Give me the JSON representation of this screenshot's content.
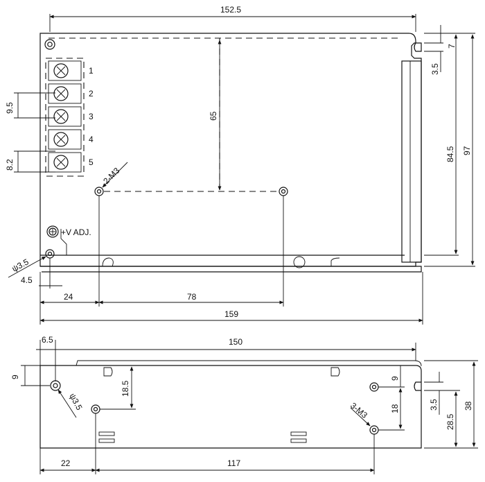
{
  "top_view": {
    "dims": {
      "overall_top": "152.5",
      "depth_65": "65",
      "slot_7": "7",
      "slot_3_5": "3.5",
      "height_84_5": "84.5",
      "height_97": "97",
      "pitch_9_5": "9.5",
      "pitch_8_2": "8.2",
      "mount_hole_note": "2-M3",
      "hole_dia": "ψ3.5",
      "offset_4_5": "4.5",
      "offset_24": "24",
      "spacing_78": "78",
      "overall_bottom": "159"
    },
    "terminals": [
      "1",
      "2",
      "3",
      "4",
      "5"
    ],
    "adj_label": "+V ADJ."
  },
  "side_view": {
    "dims": {
      "offset_6_5": "6.5",
      "length_150": "150",
      "height_9": "9",
      "hole_dia": "ψ3.5",
      "height_18_5": "18.5",
      "offset_22": "22",
      "spacing_117": "117",
      "right_9": "9",
      "right_18": "18",
      "mount_hole_note": "3-M3",
      "slot_3_5": "3.5",
      "height_28_5": "28.5",
      "height_38": "38"
    }
  }
}
